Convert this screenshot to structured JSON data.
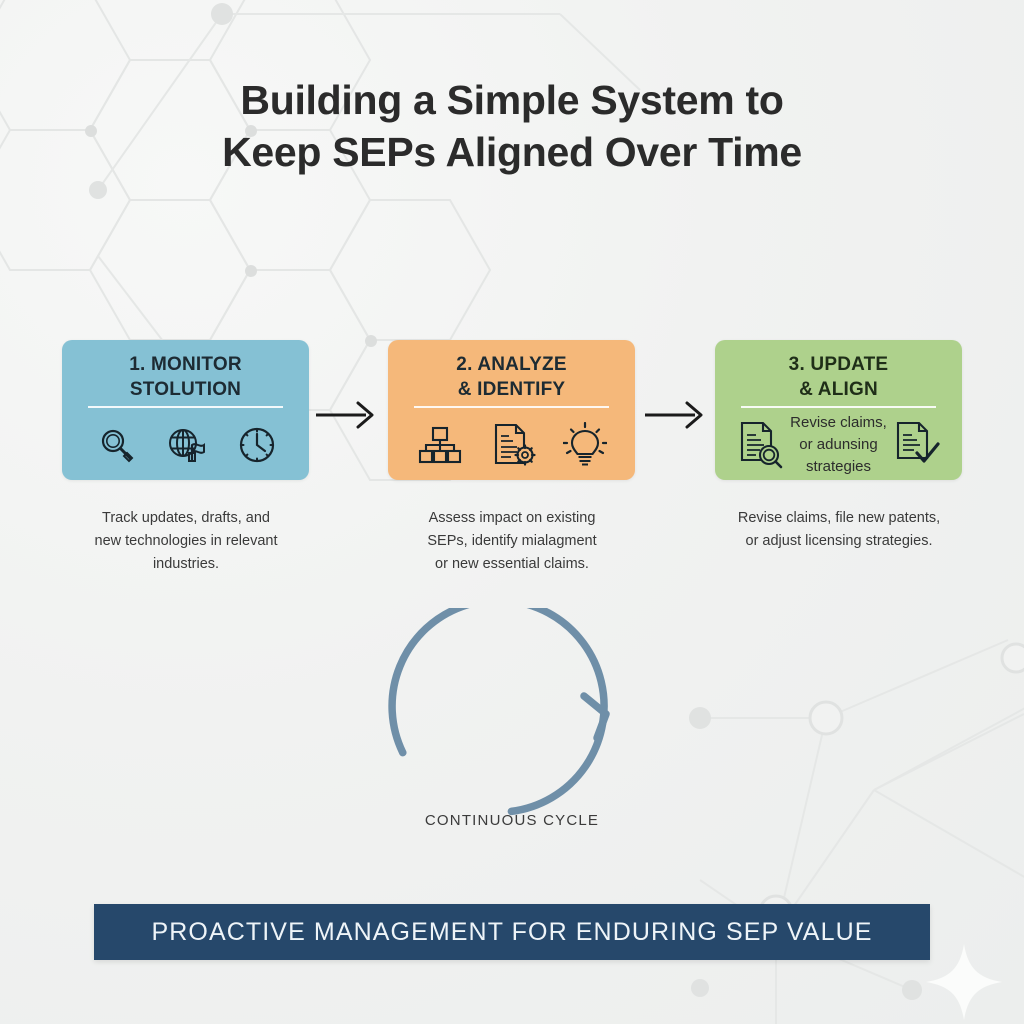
{
  "title": {
    "line1": "Building a Simple System to",
    "line2": "Keep SEPs Aligned Over Time"
  },
  "colors": {
    "background": "#f1f2f1",
    "card1": "#85c1d4",
    "card2": "#f5b87a",
    "card3": "#aed18c",
    "banner": "#26486b",
    "banner_text": "#eef4f8",
    "arc": "#6f8fa8",
    "text": "#3a3a3a",
    "title_text": "#2b2b2b"
  },
  "cards": [
    {
      "title_line1": "1. MONITOR",
      "title_line2": "STOLUTION",
      "icons": [
        "magnifier-icon",
        "globe-flag-icon",
        "clock-icon"
      ],
      "caption_line1": "Track updates, drafts, and",
      "caption_line2": "new technologies in relevant",
      "caption_line3": "industries."
    },
    {
      "title_line1": "2. ANALYZE",
      "title_line2": "& IDENTIFY",
      "icons": [
        "hierarchy-icon",
        "document-gear-icon",
        "lightbulb-icon"
      ],
      "caption_line1": "Assess impact on existing",
      "caption_line2": "SEPs, identify mialagment",
      "caption_line3": "or new essential claims."
    },
    {
      "title_line1": "3. UPDATE",
      "title_line2": "& ALIGN",
      "icons": [
        "document-magnifier-icon",
        "document-check-icon"
      ],
      "overlay_line1": "Revise claims,",
      "overlay_line2": "or adunsing",
      "overlay_line3": "strategies",
      "caption_line1": "Revise claims, file new patents,",
      "caption_line2": "or adjust licensing strategies.",
      "caption_line3": ""
    }
  ],
  "cycle": {
    "label": "CONTINUOUS CYCLE"
  },
  "banner": {
    "text": "PROACTIVE MANAGEMENT FOR ENDURING SEP VALUE"
  }
}
